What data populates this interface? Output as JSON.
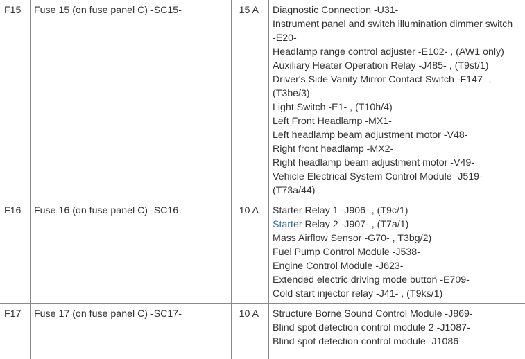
{
  "rows": [
    {
      "id": "F15",
      "description": "Fuse 15 (on fuse panel C) -SC15-",
      "amperage": "15 A",
      "circuits": [
        "Diagnostic Connection -U31-",
        "Instrument panel and switch illumination dimmer switch",
        "-E20-",
        "Headlamp range control adjuster -E102- , (AW1 only)",
        "Auxiliary Heater Operation Relay -J485- , (T9st/1)",
        "Driver's Side Vanity Mirror Contact Switch -F147- ,",
        "(T3be/3)",
        "Light Switch -E1- , (T10h/4)",
        "Left Front Headlamp -MX1-",
        "Left headlamp beam adjustment motor -V48-",
        "Right front headlamp -MX2-",
        "Right headlamp beam adjustment motor -V49-",
        "Vehicle Electrical System Control Module -J519-",
        "(T73a/44)"
      ]
    },
    {
      "id": "F16",
      "description": "Fuse 16 (on fuse panel C) -SC16-",
      "amperage": "10 A",
      "circuits": [
        "Starter Relay 1 -J906- , (T9c/1)",
        {
          "link": "Starter",
          "rest": " Relay 2 -J907- , (T7a/1)"
        },
        "Mass Airflow Sensor -G70- , T3bg/2)",
        "Fuel Pump Control Module -J538-",
        "Engine Control Module -J623-",
        "Extended electric driving mode button -E709-",
        "Cold start injector relay -J41- , (T9ks/1)"
      ]
    },
    {
      "id": "F17",
      "description": "Fuse 17 (on fuse panel C) -SC17-",
      "amperage": "10 A",
      "circuits": [
        "Structure Borne Sound Control Module -J869-",
        "Blind spot detection control module 2 -J1087-",
        "Blind spot detection control module -J1086-"
      ]
    }
  ]
}
